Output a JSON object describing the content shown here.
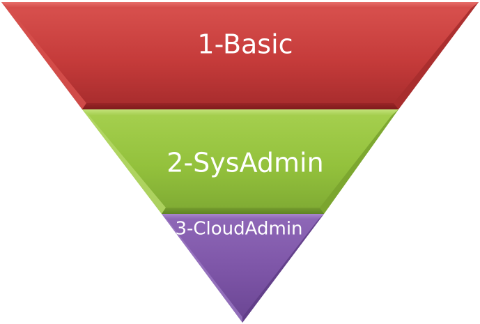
{
  "diagram": {
    "layers": [
      {
        "label": "1-Basic",
        "color": "#c0393b"
      },
      {
        "label": "2-SysAdmin",
        "color": "#92c13f"
      },
      {
        "label": "3-CloudAdmin",
        "color": "#7f56a8"
      }
    ]
  }
}
